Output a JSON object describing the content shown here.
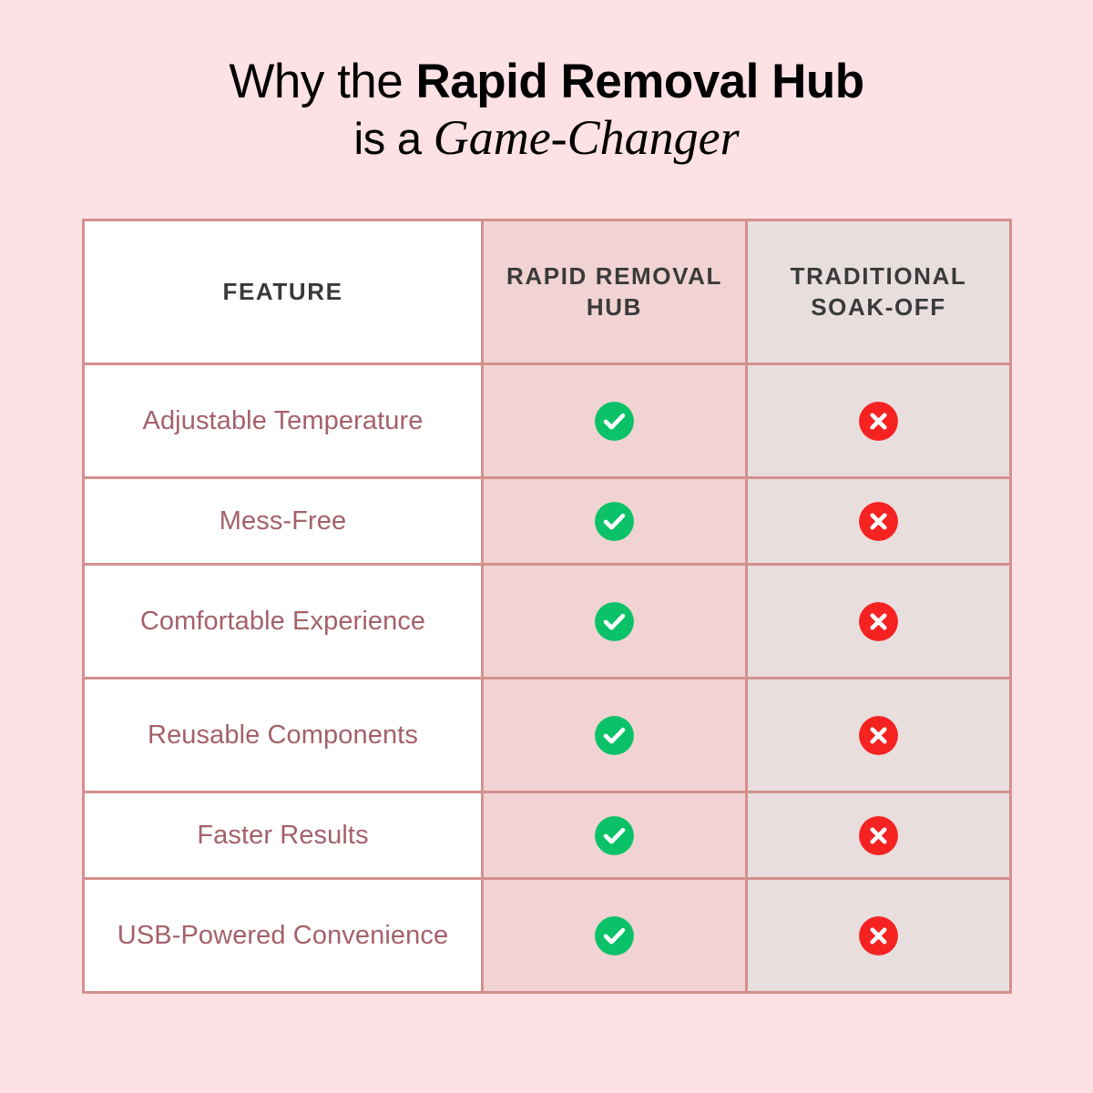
{
  "title": {
    "line1_regular": "Why the ",
    "line1_bold": "Rapid Removal Hub",
    "line2_regular": "is a ",
    "line2_italic": "Game-Changer"
  },
  "colors": {
    "page_background": "#fde1e5",
    "table_border": "#d4908e",
    "feature_text": "#a4616a",
    "header_text": "#3a3a3a",
    "feature_column_bg": "#ffffff",
    "hub_column_bg": "#f2d3d3",
    "traditional_column_bg": "#e8dede",
    "check_green": "#0bc268",
    "cross_red": "#f52222"
  },
  "table": {
    "headers": {
      "feature": "FEATURE",
      "hub": "RAPID REMOVAL HUB",
      "traditional": "TRADITIONAL SOAK-OFF"
    },
    "rows": [
      {
        "feature": "Adjustable Temperature",
        "hub": "check",
        "hub_label": "Yes",
        "traditional": "cross",
        "traditional_label": "No",
        "size": "tall"
      },
      {
        "feature": "Mess-Free",
        "hub": "check",
        "hub_label": "Yes",
        "traditional": "cross",
        "traditional_label": "No",
        "size": "short"
      },
      {
        "feature": "Comfortable Experience",
        "hub": "check",
        "hub_label": "Yes",
        "traditional": "cross",
        "traditional_label": "No",
        "size": "tall"
      },
      {
        "feature": "Reusable Components",
        "hub": "check",
        "hub_label": "Yes",
        "traditional": "cross",
        "traditional_label": "No",
        "size": "tall"
      },
      {
        "feature": "Faster Results",
        "hub": "check",
        "hub_label": "Yes",
        "traditional": "cross",
        "traditional_label": "No",
        "size": "short"
      },
      {
        "feature": "USB-Powered Convenience",
        "hub": "check",
        "hub_label": "Yes",
        "traditional": "cross",
        "traditional_label": "No",
        "size": "tall"
      }
    ]
  }
}
